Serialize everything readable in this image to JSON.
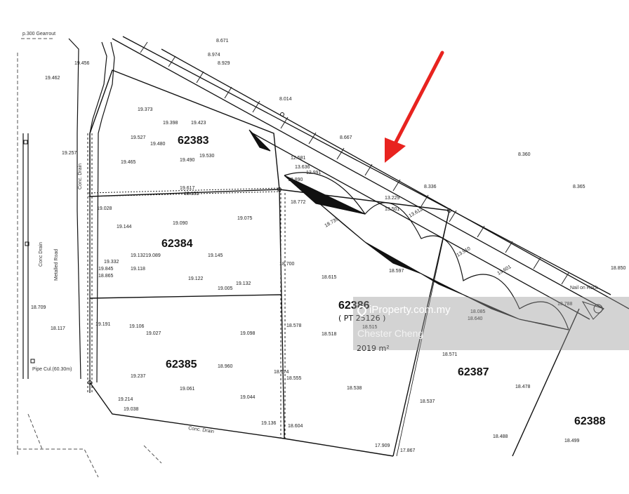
{
  "lots": [
    {
      "id": "lot-62383",
      "number": "62383"
    },
    {
      "id": "lot-62384",
      "number": "62384"
    },
    {
      "id": "lot-62385",
      "number": "62385"
    },
    {
      "id": "lot-62386",
      "number": "62386"
    },
    {
      "id": "lot-62387",
      "number": "62387"
    },
    {
      "id": "lot-62388",
      "number": "62388"
    }
  ],
  "lot_62386_ref": "( PT 25126 )",
  "lot_62386_area": "2019 m²",
  "labels": {
    "top_left": "p.300 Gearrout",
    "road_metalled": "Metalled Road",
    "conc_drain": "Conc Drain",
    "conc_drain_2": "Conc. Drain",
    "conc_drain_bottom": "Conc. Drain",
    "pipe_culvert": "Pipe Cul.(60.30m)",
    "nail_on_rock": "Nail on Rock"
  },
  "watermark": {
    "brand": "iProperty.com.my",
    "agent": "Chester Cheng",
    "pin_icon": "location-pin-icon"
  },
  "arrow_color": "#e8231f",
  "heights": [
    "8.671",
    "8.974",
    "8.929",
    "8.014",
    "8.667",
    "8.360",
    "8.336",
    "8.365",
    "19.373",
    "19.398",
    "19.423",
    "19.527",
    "19.480",
    "19.465",
    "19.490",
    "19.530",
    "19.617",
    "19.131",
    "19.144",
    "19.090",
    "19.075",
    "19.028",
    "19.332",
    "19.845",
    "19.118",
    "19.122",
    "19.145",
    "19.132",
    "19.005",
    "19.106",
    "19.027",
    "19.098",
    "18.615",
    "18.518",
    "18.515",
    "18.571",
    "18.538",
    "18.537",
    "18.478",
    "18.488",
    "18.499",
    "19.237",
    "19.061",
    "19.044",
    "18.960",
    "19.214",
    "19.038",
    "18.604",
    "18.555",
    "18.578",
    "18.890",
    "18.772",
    "12.581",
    "13.636",
    "12.991",
    "13.501",
    "13.612",
    "13.910",
    "13.601",
    "13.788",
    "18.850",
    "19.456",
    "19.462",
    "19.257",
    "17.909",
    "17.867",
    "19.136",
    "18.574",
    "18.700",
    "18.739",
    "18.597",
    "18.640",
    "18.085",
    "13.229",
    "19.13219.089",
    "18.865",
    "19.191",
    "18.117",
    "18.709"
  ]
}
